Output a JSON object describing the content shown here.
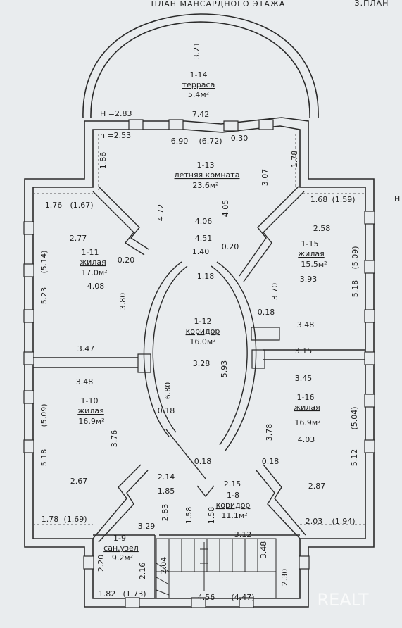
{
  "header": {
    "title": "ПЛАН МАНСАРДНОГО ЭТАЖА",
    "corner": "З.ПЛАН",
    "edge_mark": "H"
  },
  "watermark": "REALT",
  "rooms": [
    {
      "id": "1-14",
      "name": "терраса",
      "area": "5.4м²"
    },
    {
      "id": "1-13",
      "name": "летняя комната",
      "area": "23.6м²"
    },
    {
      "id": "1-11",
      "name": "жилая",
      "area": "17.0м²"
    },
    {
      "id": "1-15",
      "name": "жилая",
      "area": "15.5м²"
    },
    {
      "id": "1-12",
      "name": "коридор",
      "area": "16.0м²"
    },
    {
      "id": "1-10",
      "name": "жилая",
      "area": "16.9м²"
    },
    {
      "id": "1-16",
      "name": "жилая",
      "area": "16.9м²"
    },
    {
      "id": "1-8",
      "name": "коридор",
      "area": "11.1м²"
    },
    {
      "id": "1-9",
      "name": "сан.узел",
      "area": "9.2м²"
    }
  ],
  "heights": {
    "h_ext": "H =2.83",
    "h_cp": "h  =2.53"
  },
  "dimensions": [
    "3.21",
    "7.42",
    "6.90",
    "(6.72)",
    "0.30",
    "1.86",
    "3.07",
    "1.78",
    "1.76",
    "(1.67)",
    "1.68",
    "(1.59)",
    "2.77",
    "2.58",
    "4.06",
    "4.72",
    "4.05",
    "(5.14)",
    "5.23",
    "0.20",
    "4.08",
    "4.51",
    "1.40",
    "0.20",
    "(5.09)",
    "5.18",
    "1.18",
    "3.93",
    "3.80",
    "3.70",
    "0.18",
    "3.48",
    "3.47",
    "3.15",
    "3.28",
    "5.93",
    "6.80",
    "3.48",
    "3.45",
    "(5.09)",
    "5.18",
    "0.18",
    "3.76",
    "3.78",
    "4.03",
    "(5.04)",
    "5.12",
    "2.67",
    "0.18",
    "0.18",
    "2.14",
    "1.85",
    "2.15",
    "2.87",
    "2.83",
    "1.58",
    "1.58",
    "1.78",
    "(1.69)",
    "3.29",
    "3.12",
    "2.03",
    "(1.94)",
    "2.20",
    "2.16",
    "2.04",
    "3.48",
    "2.30",
    "1.82",
    "(1.73)",
    "4.56",
    "(4.47)"
  ]
}
